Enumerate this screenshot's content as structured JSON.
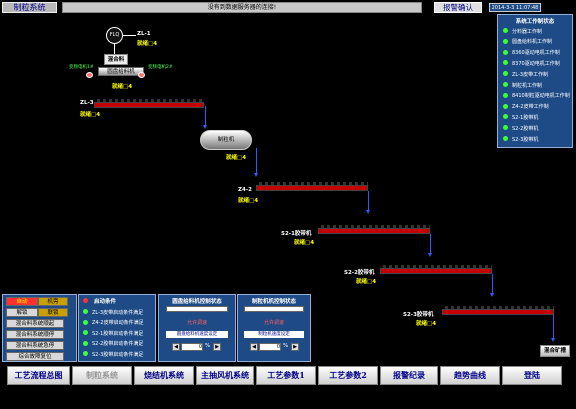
{
  "header": {
    "system_name": "制粒系统",
    "message": "没有到数据服务器的连接!",
    "alarm_confirm": "报警确认",
    "datetime": "2014-3-3 11:07:48"
  },
  "flow": {
    "flq": "FLQ",
    "zl1": "ZL-1",
    "zl1_status": "就绪□4",
    "mixer_tag": "混合料",
    "feeder": "圆盘给料机",
    "vfd_left": "变频电机1#",
    "vfd_right": "变频电机2#",
    "feeder_status": "就绪□4",
    "zl3": "ZL-3",
    "zl3_status": "就绪□4",
    "granulator": "制粒机",
    "granulator_status": "就绪□4",
    "z42": "Z4-2",
    "z42_status": "就绪□4",
    "s21": "S2-1胶带机",
    "s21_status": "就绪□4",
    "s22": "S2-2胶带机",
    "s22_status": "就绪□4",
    "s23": "S2-3胶带机",
    "s23_status": "就绪□4",
    "mix_bin": "混合矿槽"
  },
  "status_panel": {
    "title": "系统工作制状态",
    "items": [
      "分料器工作制",
      "圆盘给料机工作制",
      "8360驱动电机工作制",
      "8370驱动电机工作制",
      "ZL-3皮带工作制",
      "制粒机工作制",
      "8410制粒驱动电机工作制",
      "Z4-2皮带工作制",
      "S2-1胶带机",
      "S2-2胶带机",
      "S2-3胶带机"
    ]
  },
  "control": {
    "auto": "自动",
    "local": "机旁",
    "unlock": "解锁",
    "lock": "联锁",
    "start": "混合料系统顺起",
    "stop": "混合料系统顺停",
    "estop": "混合料系统急停",
    "reset": "综合故障复位"
  },
  "start_conditions": {
    "title": "启动条件",
    "items": [
      "ZL-3皮带启动条件满足",
      "Z4-2皮带启动条件满足",
      "S2-1胶带启动条件满足",
      "S2-2胶带启动条件满足",
      "S2-3胶带启动条件满足"
    ]
  },
  "feeder_ctrl": {
    "title": "圆盘给料机控制状态",
    "state": "允许调速",
    "speed_label": "圆盘给料机速度设定",
    "value": "0",
    "unit": "%"
  },
  "gran_ctrl": {
    "title": "制粒机机控制状态",
    "state": "允许调速",
    "speed_label": "制粒机速度设定",
    "value": "0",
    "unit": "%"
  },
  "toolbar": {
    "b1": "工艺流程总图",
    "b2": "制粒系统",
    "b3": "烧结机系统",
    "b4": "主抽风机系统",
    "b5": "工艺参数1",
    "b6": "工艺参数2",
    "b7": "报警纪录",
    "b8": "趋势曲线",
    "b9": "登陆"
  },
  "colors": {
    "accent": "#1e4a86",
    "alarm": "#c40000",
    "ok": "#3aff3a"
  }
}
